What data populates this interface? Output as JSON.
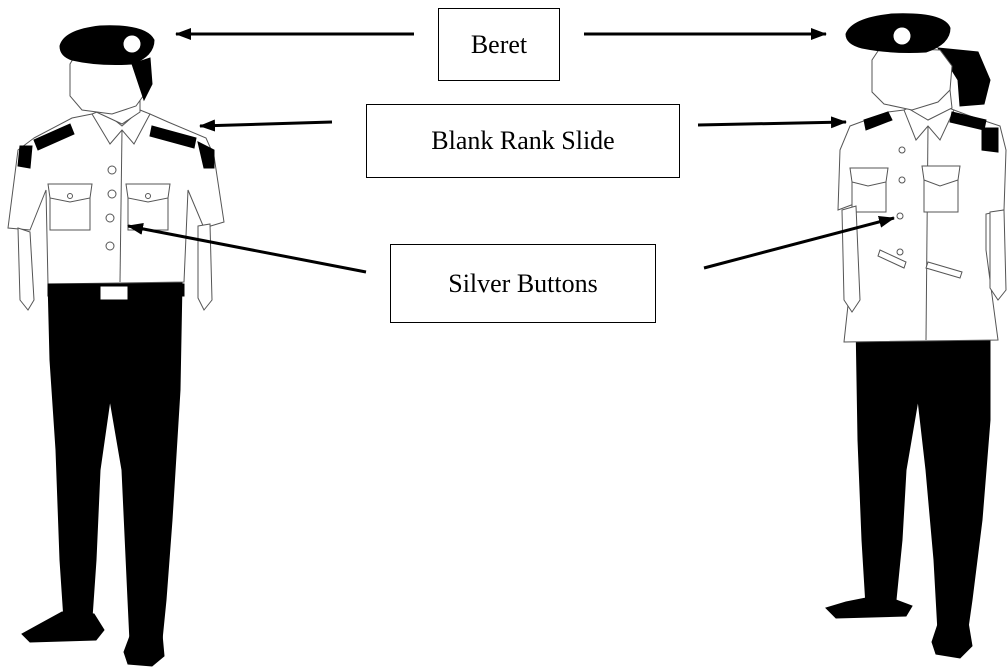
{
  "labels": {
    "beret": "Beret",
    "rank_slide": "Blank Rank Slide",
    "buttons": "Silver Buttons"
  },
  "colors": {
    "ink": "#000000",
    "shirt": "#ffffff",
    "outline": "#555555"
  },
  "figures": [
    "male-uniform-figure",
    "female-uniform-figure"
  ]
}
